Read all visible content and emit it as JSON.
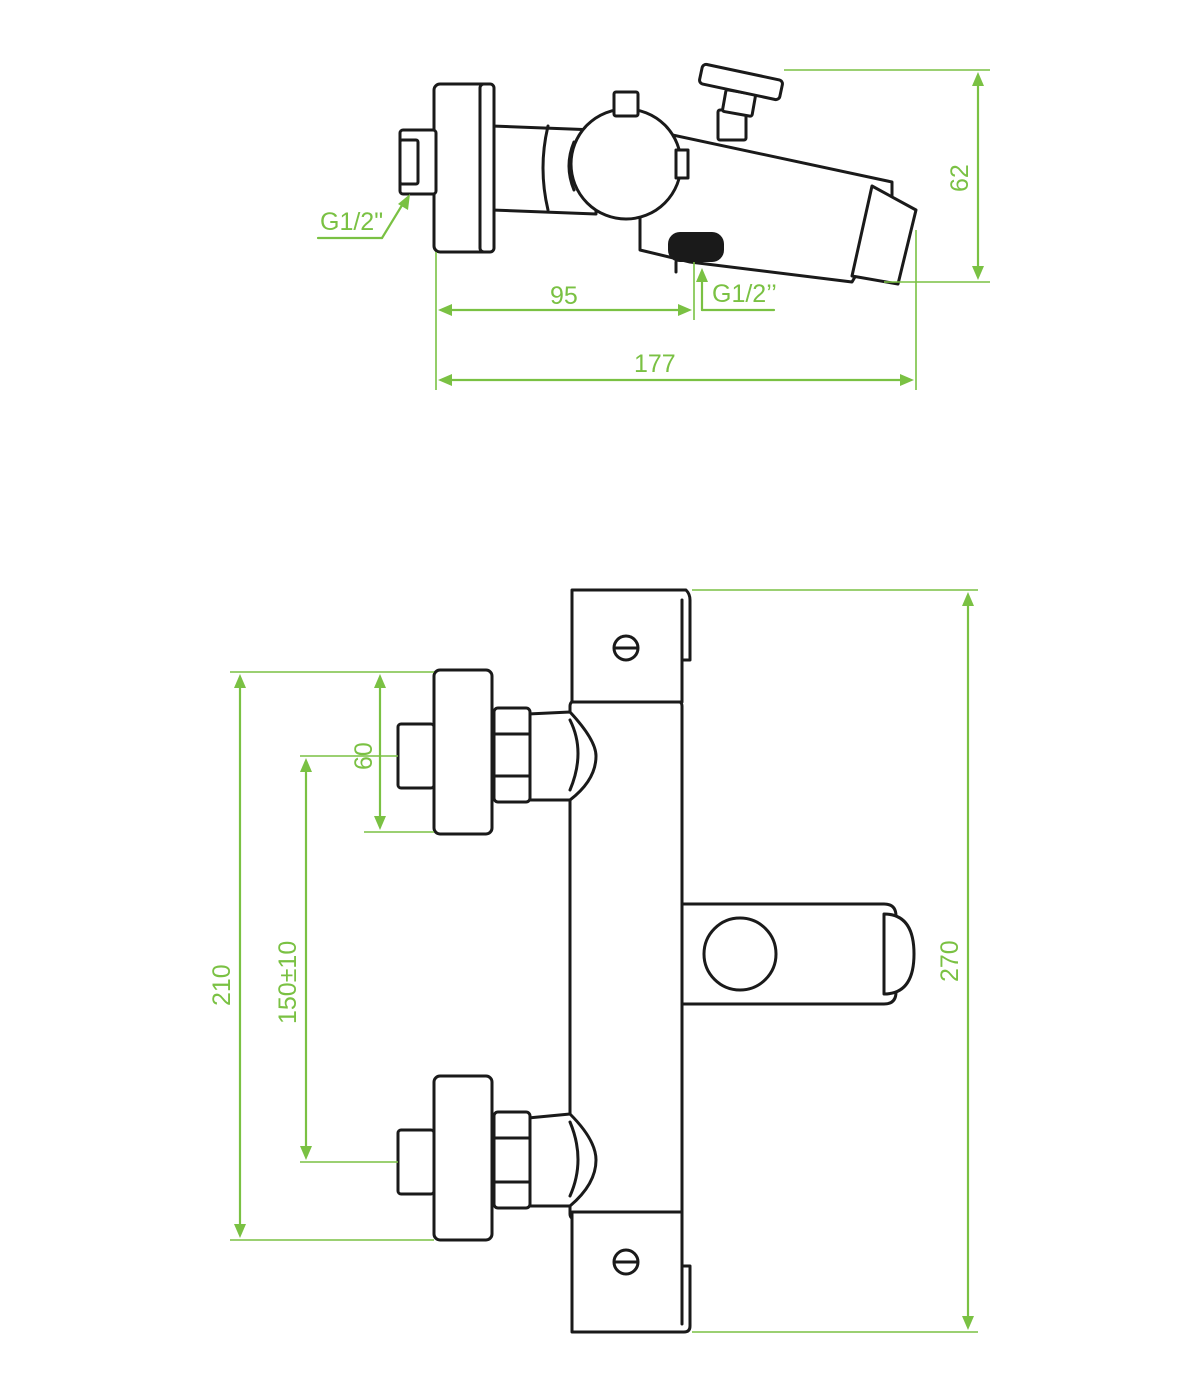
{
  "side_view": {
    "inlet_thread": "G1/2\"",
    "outlet_thread": "G1/2’’",
    "dim_length_to_outlet": "95",
    "dim_total_depth": "177",
    "dim_height": "62"
  },
  "front_view": {
    "dim_inlet_flange": "60",
    "dim_inlet_spacing": "150±10",
    "dim_total_span": "210",
    "dim_body_height": "270"
  },
  "colors": {
    "dimension_green": "#7ac143",
    "outline": "#1a1a1a"
  }
}
